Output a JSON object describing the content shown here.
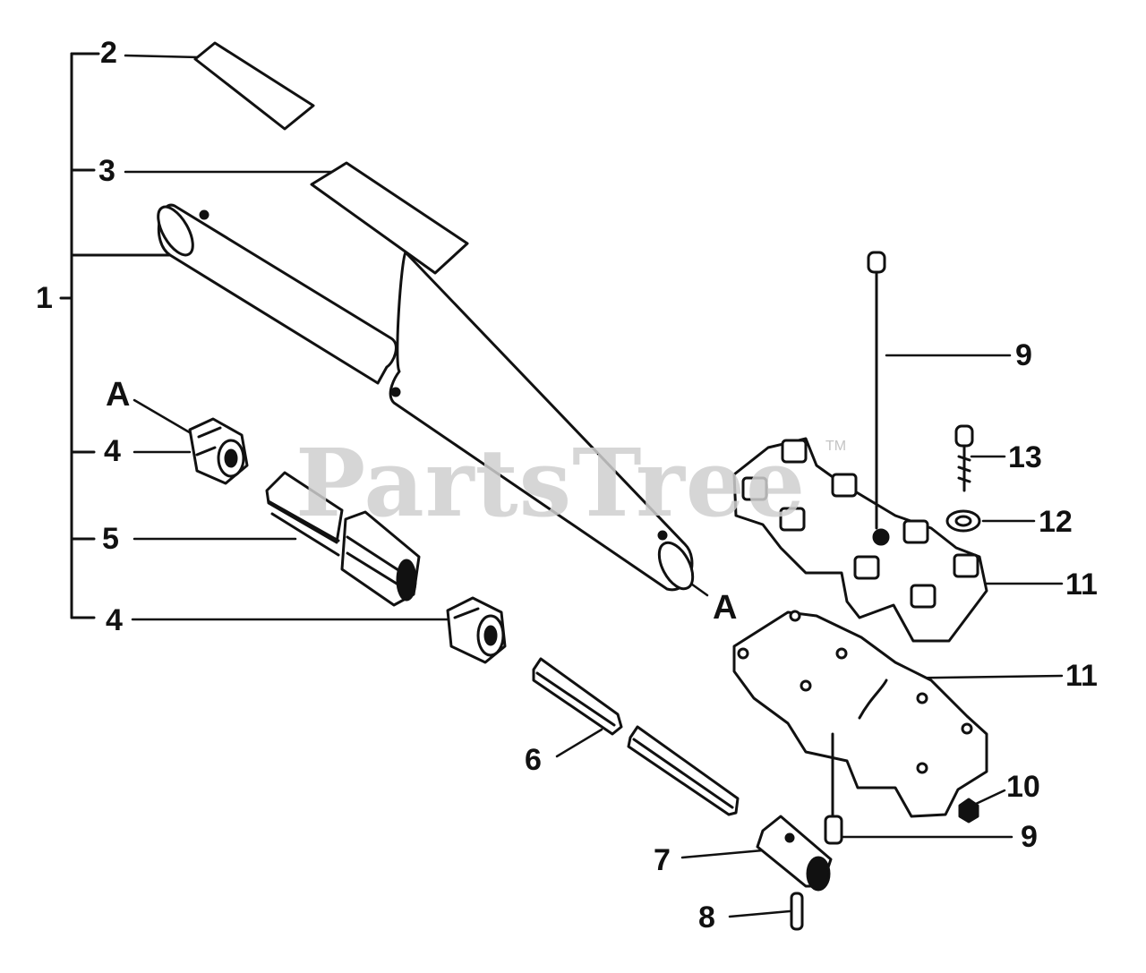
{
  "watermark": {
    "text": "PartsTree",
    "trademark": "TM"
  },
  "callouts": [
    {
      "id": "c1",
      "text": "1"
    },
    {
      "id": "c2",
      "text": "2"
    },
    {
      "id": "c3",
      "text": "3"
    },
    {
      "id": "c4a",
      "text": "4"
    },
    {
      "id": "c5",
      "text": "5"
    },
    {
      "id": "c4b",
      "text": "4"
    },
    {
      "id": "cA1",
      "text": "A"
    },
    {
      "id": "cA2",
      "text": "A"
    },
    {
      "id": "c6",
      "text": "6"
    },
    {
      "id": "c7",
      "text": "7"
    },
    {
      "id": "c8",
      "text": "8"
    },
    {
      "id": "c9a",
      "text": "9"
    },
    {
      "id": "c13",
      "text": "13"
    },
    {
      "id": "c12",
      "text": "12"
    },
    {
      "id": "c11a",
      "text": "11"
    },
    {
      "id": "c11b",
      "text": "11"
    },
    {
      "id": "c10",
      "text": "10"
    },
    {
      "id": "c9b",
      "text": "9"
    }
  ],
  "colors": {
    "ink": "#111111",
    "fill": "#ffffff",
    "watermark": "#cfcfcf"
  }
}
